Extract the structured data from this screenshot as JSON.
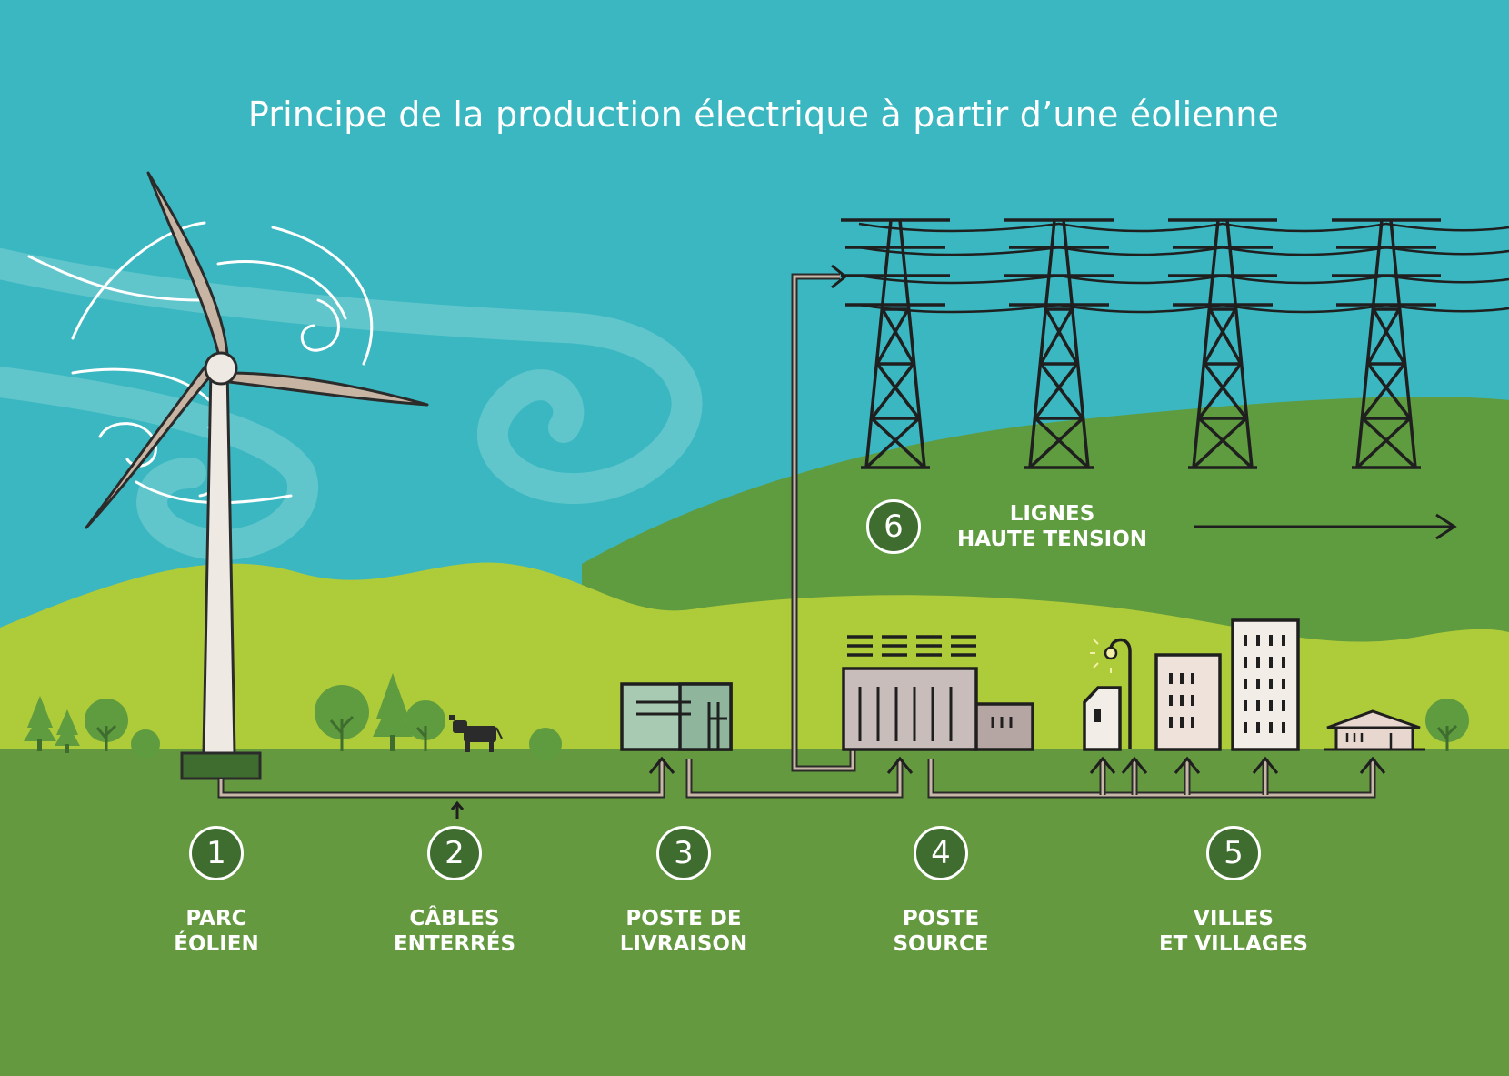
{
  "title": "Principe de la production électrique à partir d’une éolienne",
  "steps": [
    {
      "number": "1",
      "line1": "PARC",
      "line2": "ÉOLIEN"
    },
    {
      "number": "2",
      "line1": "CÂBLES",
      "line2": "ENTERRÉS"
    },
    {
      "number": "3",
      "line1": "POSTE DE",
      "line2": "LIVRAISON"
    },
    {
      "number": "4",
      "line1": "POSTE",
      "line2": "SOURCE"
    },
    {
      "number": "5",
      "line1": "VILLES",
      "line2": "ET VILLAGES"
    },
    {
      "number": "6",
      "line1": "LIGNES",
      "line2": "HAUTE TENSION"
    }
  ],
  "colors": {
    "sky": "#3ab7c0",
    "hill_light": "#aecb3a",
    "hill_dark": "#5f9b3f",
    "ground": "#64993f",
    "badge": "#3f6d2f",
    "cable": "#c9b8a8"
  },
  "icons": [
    "wind-turbine-icon",
    "pylon-icon",
    "substation-icon",
    "building-icon",
    "house-icon",
    "cow-icon",
    "tree-icon",
    "street-lamp-icon"
  ]
}
